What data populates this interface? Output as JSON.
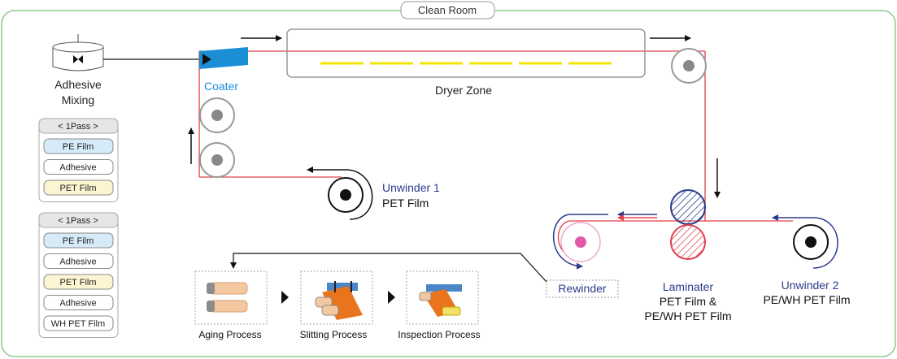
{
  "title": "Clean Room",
  "adhesive_mixing": {
    "line1": "Adhesive",
    "line2": "Mixing"
  },
  "coater": "Coater",
  "dryer_zone": "Dryer Zone",
  "unwinder1": {
    "name": "Unwinder 1",
    "film": "PET Film"
  },
  "unwinder2": {
    "name": "Unwinder 2",
    "film": "PE/WH PET Film"
  },
  "laminater": {
    "name": "Laminater",
    "line2": "PET Film &",
    "line3": "PE/WH PET Film"
  },
  "rewinder": "Rewinder",
  "layer_stacks": [
    {
      "header": "< 1Pass >",
      "layers": [
        {
          "label": "PE Film",
          "color": "#d6ebf8"
        },
        {
          "label": "Adhesive",
          "color": "#ffffff"
        },
        {
          "label": "PET Film",
          "color": "#fdf5d2"
        }
      ]
    },
    {
      "header": "< 1Pass >",
      "layers": [
        {
          "label": "PE Film",
          "color": "#d6ebf8"
        },
        {
          "label": "Adhesive",
          "color": "#ffffff"
        },
        {
          "label": "PET Film",
          "color": "#fdf5d2"
        },
        {
          "label": "Adhesive",
          "color": "#ffffff"
        },
        {
          "label": "WH PET Film",
          "color": "#ffffff"
        }
      ]
    }
  ],
  "processes": [
    {
      "label": "Aging Process"
    },
    {
      "label": "Slitting Process"
    },
    {
      "label": "Inspection Process"
    }
  ],
  "colors": {
    "clean_room_border": "#7cbf7c",
    "web_line": "#e0404a",
    "second_web": "#2b3a8c",
    "coater": "#1a8fd6",
    "dryer_dash": "#f2e600",
    "label_blue": "#2b3a8c",
    "coater_text": "#1a8fd6"
  }
}
